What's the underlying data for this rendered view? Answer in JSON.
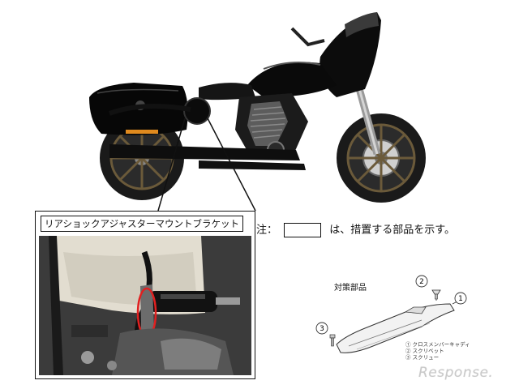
{
  "part_label": "リアショックアジャスターマウントブラケット",
  "note": {
    "prefix": "注：",
    "suffix": "は、措置する部品を示す。"
  },
  "parts_diagram": {
    "title": "対策部品",
    "markers": [
      "1",
      "2",
      "3"
    ],
    "legend": [
      "① クロスメンバーキャディ",
      "② スクリベット",
      "③ スクリュー"
    ]
  },
  "watermark": "Response."
}
